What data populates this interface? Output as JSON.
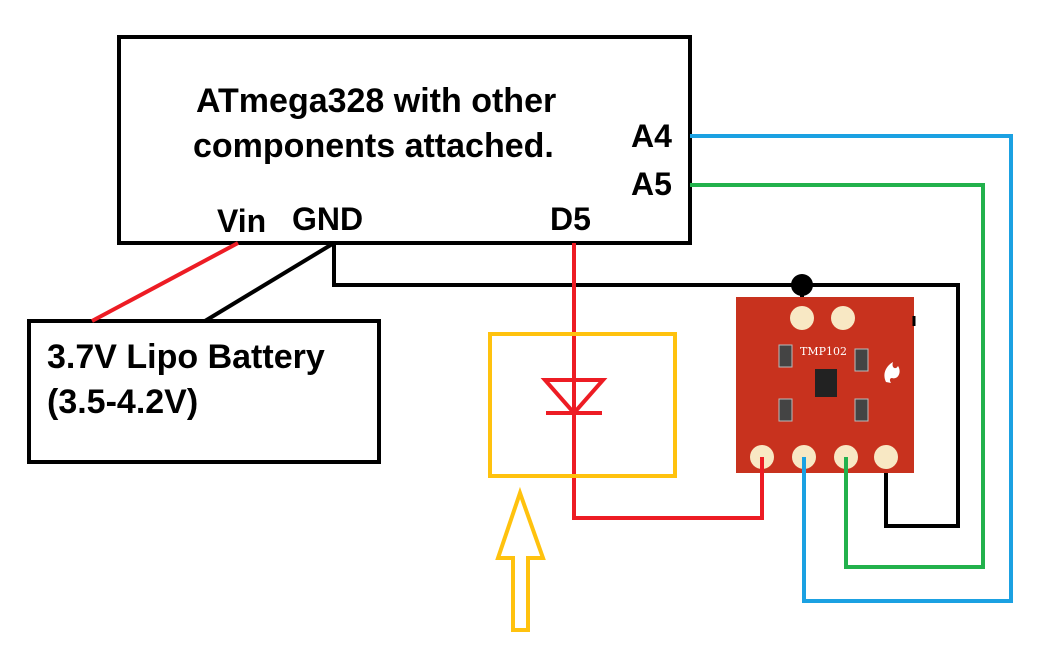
{
  "mcu_box": {
    "title_line1": "ATmega328 with other",
    "title_line2": "components attached.",
    "pins": {
      "a4": "A4",
      "a5": "A5",
      "vin": "Vin",
      "gnd": "GND",
      "d5": "D5"
    }
  },
  "battery_box": {
    "line1": "3.7V Lipo Battery",
    "line2": "(3.5-4.2V)"
  },
  "sensor_board": {
    "chip_label": "TMP102"
  },
  "colors": {
    "wire_red": "#ed1c24",
    "wire_black": "#000000",
    "wire_blue": "#1ba1e2",
    "wire_green": "#22b14c",
    "highlight_yellow": "#ffc20e",
    "board_red": "#c8321e",
    "pad_cream": "#f8e8c4"
  }
}
